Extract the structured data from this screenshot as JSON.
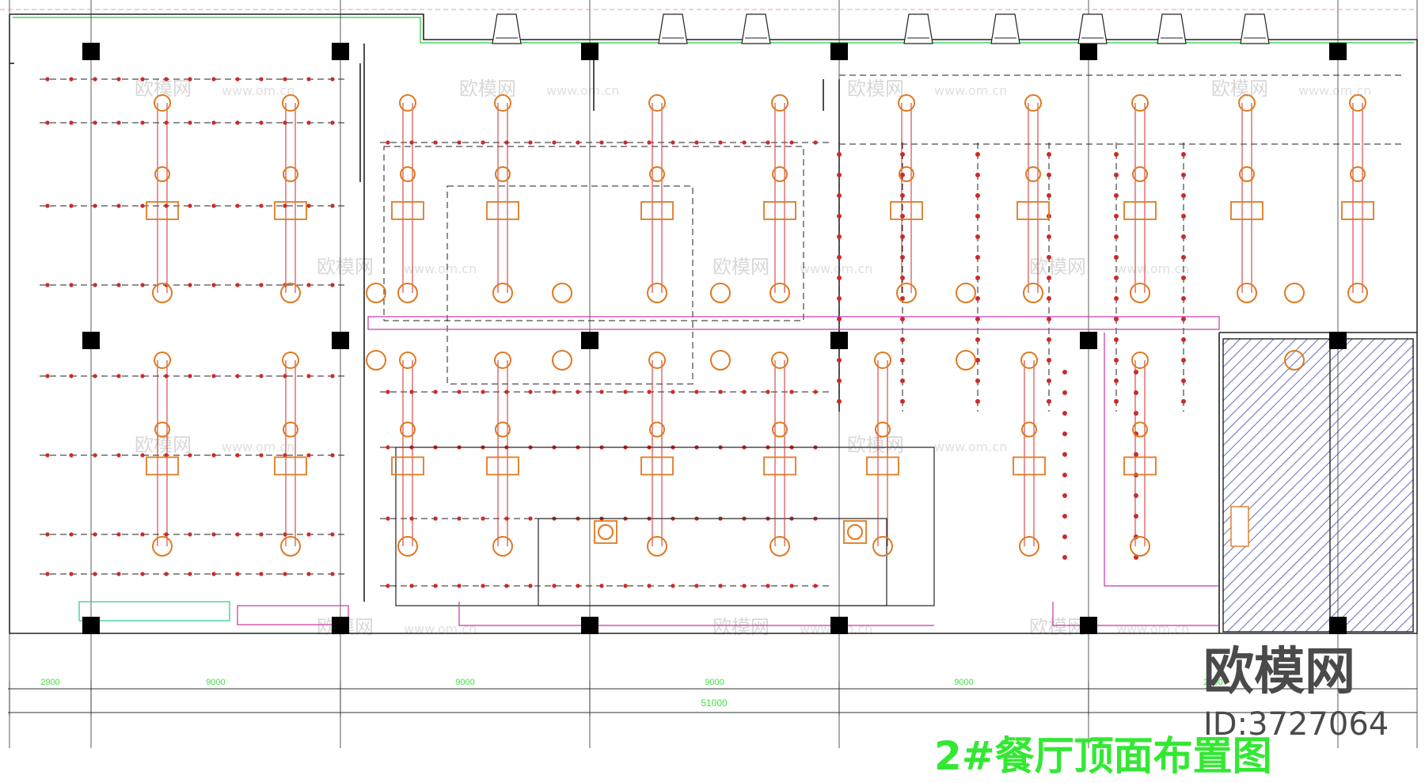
{
  "drawing": {
    "title": "2#餐厅顶面布置图",
    "bay_dimensions": [
      "2900",
      "9000",
      "9000",
      "9000",
      "9000",
      "2900"
    ],
    "total_dimension": "51000"
  },
  "watermark": {
    "brand": "欧模网",
    "id_label": "ID:3727064",
    "repeat_text": "欧模网",
    "repeat_url": "www.om.cn"
  },
  "colors": {
    "background": "#ffffff",
    "wall": "#222222",
    "ceiling_grid": "#cc2a2a",
    "light_fixture": "#e07a22",
    "dimension": "#33dd33",
    "partition": "#cc33aa",
    "hatch": "#3a4aa8",
    "column": "#000000"
  }
}
